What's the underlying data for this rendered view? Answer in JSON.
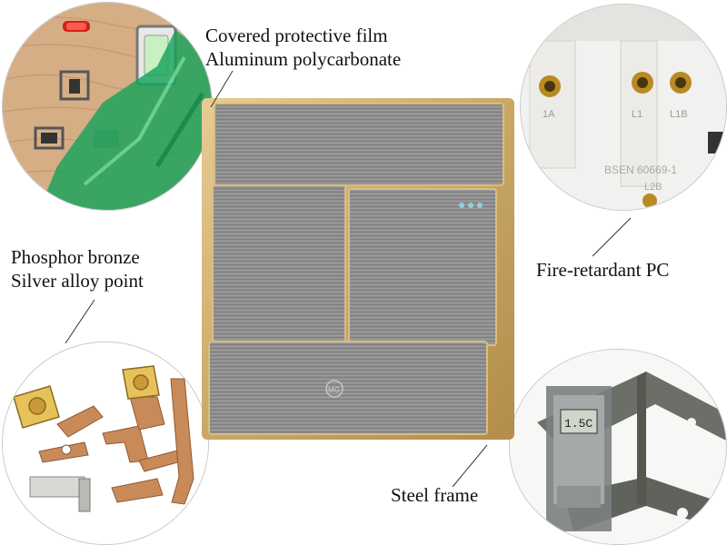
{
  "labels": {
    "film_line1": "Covered protective film",
    "film_line2": "Aluminum polycarbonate",
    "pc": "Fire-retardant PC",
    "bronze_line1": "Phosphor bronze",
    "bronze_line2": "Silver alloy point",
    "steel": "Steel frame"
  },
  "markings": {
    "terminal_a": "1A",
    "terminal_b": "L1",
    "terminal_c": "L1B",
    "standard": "BSEN 60669-1",
    "code": "L2B",
    "caliper_reading": "1.5C",
    "brand_logo": "MG"
  },
  "colors": {
    "panel_gold": "#c9a866",
    "brushed_steel": "#8e8e8e",
    "film_green": "#1fa35a",
    "wood_tone": "#d7b08a",
    "copper": "#c98a5a",
    "frame_steel": "#6b6f68"
  }
}
